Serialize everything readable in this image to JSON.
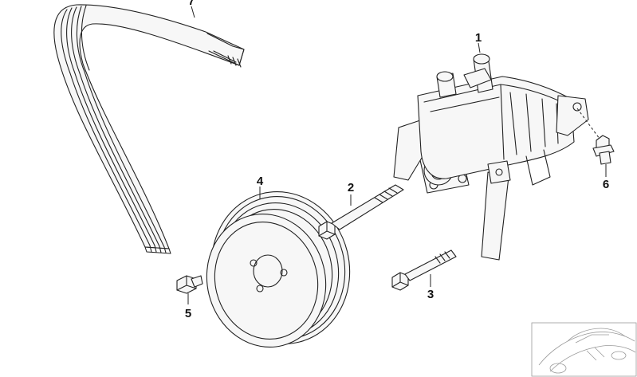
{
  "callouts": {
    "p1": "1",
    "p2": "2",
    "p3": "3",
    "p4": "4",
    "p5": "5",
    "p6": "6",
    "p7": "7"
  }
}
